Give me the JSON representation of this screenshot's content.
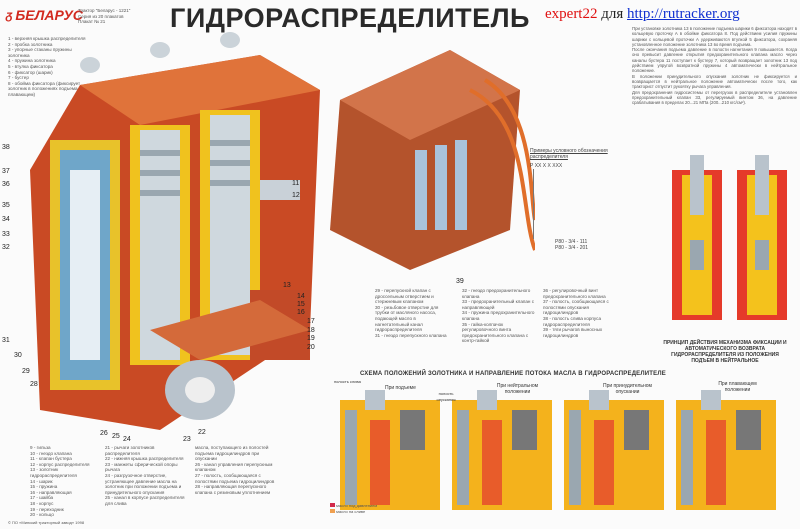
{
  "header": {
    "brand": "БЕЛАРУС",
    "tractor_info": [
      "Трактор \"Беларус - 1221\"",
      "Серия из 20 плакатов",
      "Плакат № 21"
    ],
    "title": "ГИДРОРАСПРЕДЕЛИТЕЛЬ",
    "watermark_user": "expert22",
    "watermark_for": "для",
    "watermark_link": "http://rutracker.org"
  },
  "legend_top_left": [
    "1 - верхняя крышка распределителя",
    "2 - пробка золотника",
    "3 - упорные стаканы пружины золотника",
    "4 - пружина золотника",
    "5 - втулка фиксатора",
    "6 - фиксатор (шарик)",
    "7 - бустер",
    "8 - обойма фиксатора (фиксирует золотник в положениях подъема и плавающем)"
  ],
  "legend_bottom_1": [
    "9 - гильза",
    "10 - гнездо клапана",
    "11 - клапан бустера",
    "12 - корпус распределителя",
    "13 - золотник гидрораспределителя",
    "14 - шарик",
    "15 - пружина",
    "16 - направляющая",
    "17 - шайба",
    "18 - корпус",
    "19 - переходник",
    "20 - кольцо"
  ],
  "legend_bottom_2": [
    "21 - рычаги золотников распределителя",
    "22 - нижняя крышка распределителя",
    "23 - манжеты сферической опоры рычага",
    "24 - разгрузочное отверстие, устраняющее давление масла на золотник при положении подъема и принудительного опускания",
    "25 - канал в корпусе распределителя для слива"
  ],
  "legend_bottom_3": [
    "масла, поступающего из полостей подъема гидроцилиндров при опускании",
    "26 - канал управления перепускным клапаном",
    "27 - полость, сообщающаяся с полостями подъема гидроцилиндров",
    "28 - направляющая перепускного клапана с резиновым уплотнением"
  ],
  "legend_middle_1": [
    "29 - перепускной клапан с дроссельным отверстием и стержневым клапаном",
    "30 - резьбовое отверстие для трубки от масляного насоса, подающей масло в нагнетательный канал гидрораспределителя",
    "31 - гнездо перепускного клапана"
  ],
  "legend_middle_2": [
    "32 - гнездо предохранительного клапана",
    "33 - предохранительный клапан с направляющей",
    "34 - пружина предохранительного клапана",
    "35 - гайка-колпачок регулировочного винта предохранительного клапана с контр-гайкой"
  ],
  "legend_middle_3": [
    "36 - регулировочный винт предохранительного клапана",
    "37 - полость, сообщающаяся с полостями опускания гидроцилиндров",
    "38 - полость слива корпуса гидрораспределителя",
    "39 - тяги рычагов выносных гидроцилиндров"
  ],
  "right_text": [
    "При установке золотника 13 в положение подъема шарики 6 фиксатора находят в кольцевую проточку А в обойме фиксатора 8. Под действием усилия пружины шарики с кольцевой проточки А удерживаются втулкой 5 фиксатора, сохраняя установленное положение золотника 13 во время подъема.",
    "После окончания подъема давление в полости нагнетания 9 повышается. Когда оно превысит давление открытия предохранительного клапана масло через каналы бустера 11 поступает к бустеру 7, который возвращает золотник 13 под действием упругой возвратной пружины 4 автоматически в нейтральное положение.",
    "В положении принудительного опускания золотник не фиксируется и возвращается в нейтральное положение автоматически после того, как тракторист отпустит рукоятку рычага управления.",
    "Для предохранения гидросистемы от перегрузок в распределителе установлен предохранительный клапан 33, регулируемый винтом 36, на давление срабатывания в пределах 20...21 МПа (200...210 кгс/см²)."
  ],
  "designation": {
    "heading": "Примеры условного обозначения распределителя",
    "code": "Р ХХ Х Х ХХХ",
    "examples": [
      "Р80 - 3/4 - 111",
      "Р80 - 3/4 - 201"
    ]
  },
  "right_schematic_caption": "ПРИНЦИП ДЕЙСТВИЯ МЕХАНИЗМА ФИКСАЦИИ И АВТОМАТИЧЕСКОГО ВОЗВРАТА ГИДРОРАСПРЕДЕЛИТЕЛЯ ИЗ ПОЛОЖЕНИЯ ПОДЪЕМ В НЕЙТРАЛЬНОЕ",
  "flow_schematic": {
    "title": "СХЕМА ПОЛОЖЕНИЙ ЗОЛОТНИКА И НАПРАВЛЕНИЕ ПОТОКА МАСЛА В ГИДРОРАСПРЕДЕЛИТЕЛЕ",
    "panels": [
      "При подъеме",
      "При нейтральном положении",
      "При принудительном опускании",
      "При плавающем положении"
    ],
    "side_labels": [
      "полость слива",
      "полость опускания"
    ],
    "legend": [
      "масло под давлением",
      "масло на сливе"
    ]
  },
  "callouts_left": [
    "38",
    "37",
    "36",
    "35",
    "34",
    "33",
    "32",
    "31",
    "30",
    "29",
    "28"
  ],
  "callouts_right": [
    "11",
    "12",
    "13",
    "14",
    "15",
    "16",
    "17",
    "18",
    "19",
    "20"
  ],
  "callouts_bottom": [
    "26",
    "25",
    "24",
    "23",
    "22",
    "39"
  ],
  "footer": "© ПО «Минский тракторный завод» 1998",
  "colors": {
    "red": "#d22a1f",
    "orange": "#e8702c",
    "yellow": "#f4c21c",
    "steel": "#b9c3cc",
    "blue": "#3a7fc0",
    "brown": "#b4532c"
  }
}
